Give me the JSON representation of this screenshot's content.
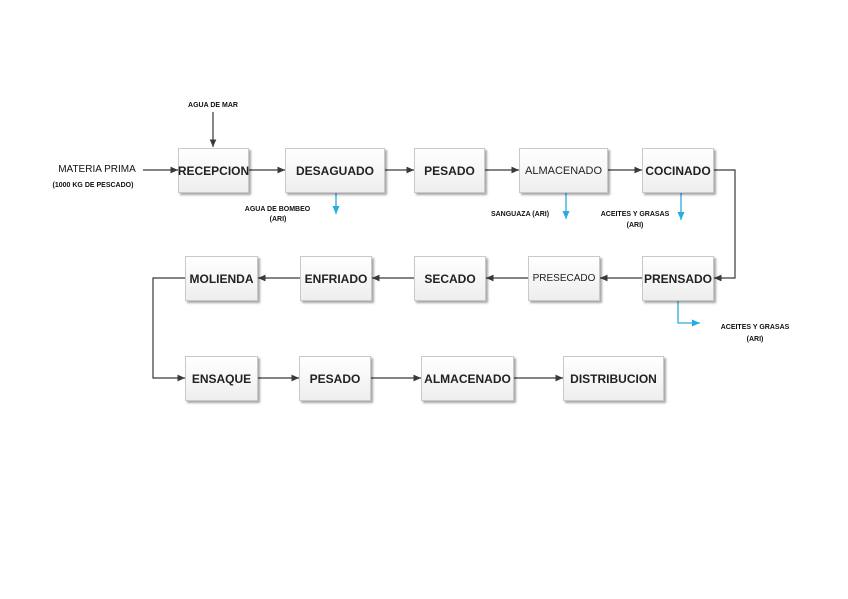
{
  "diagram": {
    "inputs": {
      "materia_prima": "MATERIA PRIMA",
      "materia_prima_qty": "(1000 KG DE PESCADO)",
      "agua_de_mar": "AGUA DE MAR"
    },
    "outputs": {
      "agua_de_bombeo": "AGUA DE BOMBEO",
      "agua_de_bombeo_sub": "(ARI)",
      "sanguaza": "SANGUAZA (ARI)",
      "aceites_1": "ACEITES Y GRASAS",
      "aceites_1_sub": "(ARI)",
      "aceites_2": "ACEITES Y GRASAS",
      "aceites_2_sub": "(ARI)"
    },
    "steps": {
      "recepcion": "RECEPCION",
      "desaguado": "DESAGUADO",
      "pesado_1": "PESADO",
      "almacenado_1": "ALMACENADO",
      "cocinado": "COCINADO",
      "prensado": "PRENSADO",
      "presecado": "PRESECADO",
      "secado": "SECADO",
      "enfriado": "ENFRIADO",
      "molienda": "MOLIENDA",
      "ensaque": "ENSAQUE",
      "pesado_2": "PESADO",
      "almacenado_2": "ALMACENADO",
      "distribucion": "DISTRIBUCION"
    },
    "colors": {
      "flow_arrow": "#3a3a3a",
      "output_arrow": "#29abe2"
    }
  }
}
